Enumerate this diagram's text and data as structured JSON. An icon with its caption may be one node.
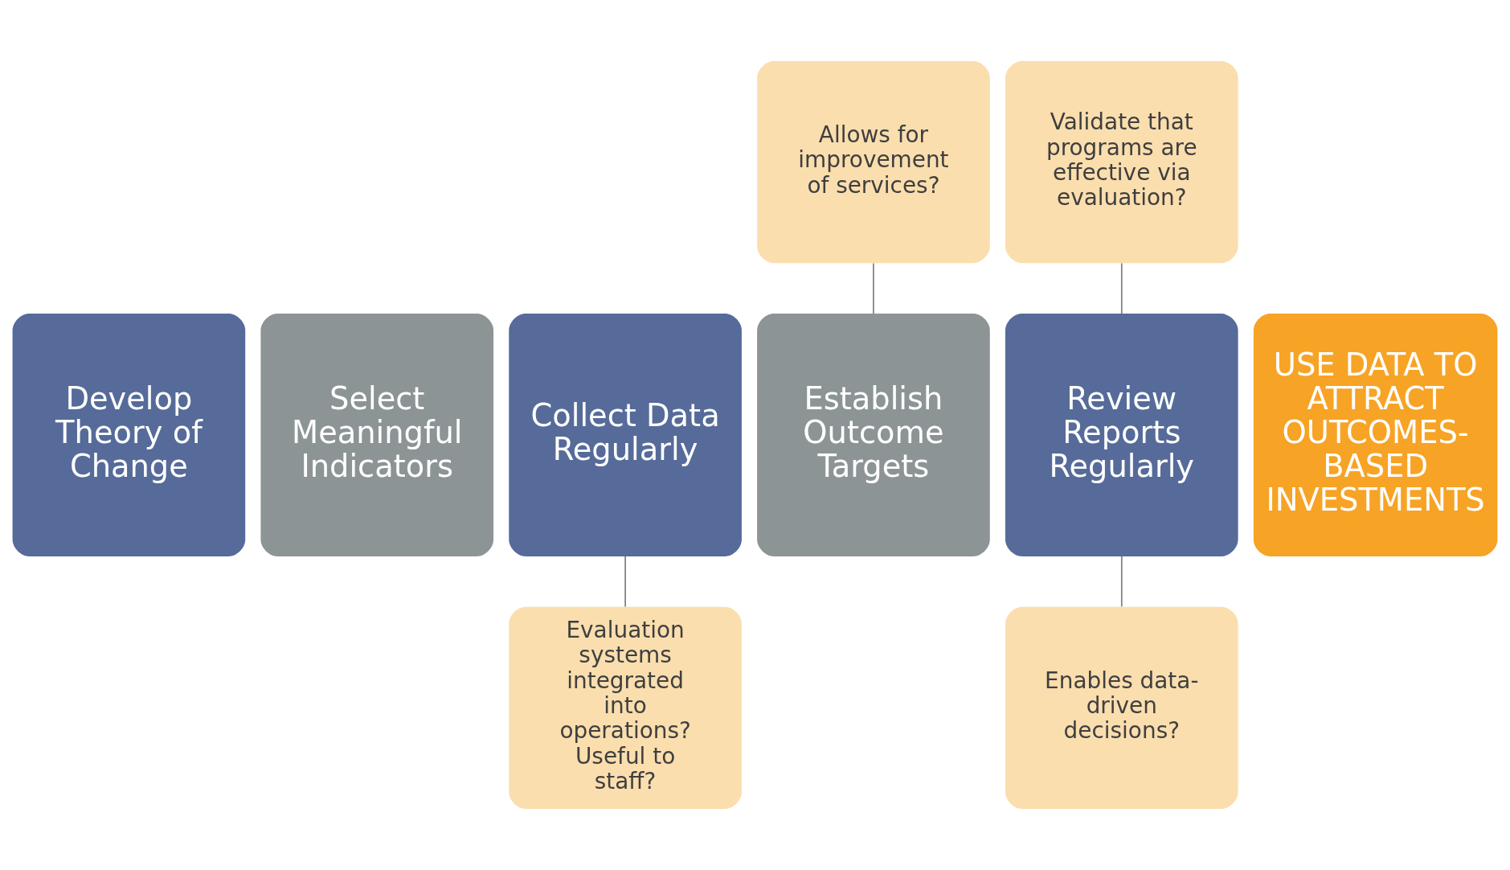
{
  "diagram": {
    "nodes": [
      {
        "text": [
          "Allows for improvement of services?"
        ]
      },
      {
        "text": [
          "Validate that programs are effective via evaluation?"
        ]
      },
      {
        "text": [
          "Develop Theory of Change"
        ]
      },
      {
        "text": [
          "Select Meaningful Indicators"
        ]
      },
      {
        "text": [
          "Collect Data Regularly"
        ]
      },
      {
        "text": [
          "Establish Outcome Targets"
        ]
      },
      {
        "text": [
          "Review Reports Regularly"
        ]
      },
      {
        "text": [
          "USE DATA TO ATTRACT OUTCOMES-BASED INVESTMENTS"
        ]
      },
      {
        "text": [
          "Evaluation systems integrated into operations? Useful to staff?"
        ]
      },
      {
        "text": [
          "Enables data-driven decisions?"
        ]
      }
    ],
    "edges": [
      {
        "from": 0,
        "to": 5,
        "arrow": "none"
      },
      {
        "from": 1,
        "to": 6,
        "arrow": "none"
      },
      {
        "from": 8,
        "to": 4,
        "arrow": "none"
      },
      {
        "from": 9,
        "to": 6,
        "arrow": "none"
      }
    ]
  }
}
